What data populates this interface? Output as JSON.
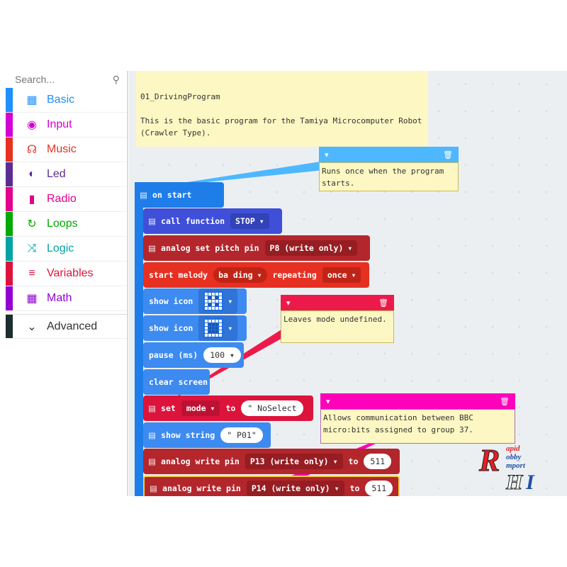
{
  "toolbox": {
    "search_placeholder": "Search...",
    "categories": [
      {
        "label": "Basic",
        "color": "#1e90ff",
        "icon": "grid-icon",
        "glyph": "▦"
      },
      {
        "label": "Input",
        "color": "#d400d4",
        "icon": "target-icon",
        "glyph": "◉"
      },
      {
        "label": "Music",
        "color": "#e63022",
        "icon": "headphones-icon",
        "glyph": "☊"
      },
      {
        "label": "Led",
        "color": "#5c2d91",
        "icon": "toggle-icon",
        "glyph": "◐"
      },
      {
        "label": "Radio",
        "color": "#e3008c",
        "icon": "signal-icon",
        "glyph": "▮"
      },
      {
        "label": "Loops",
        "color": "#00aa00",
        "icon": "refresh-icon",
        "glyph": "↻"
      },
      {
        "label": "Logic",
        "color": "#00a4a6",
        "icon": "shuffle-icon",
        "glyph": "⤨"
      },
      {
        "label": "Variables",
        "color": "#dc143c",
        "icon": "list-icon",
        "glyph": "≡"
      },
      {
        "label": "Math",
        "color": "#9400d3",
        "icon": "calculator-icon",
        "glyph": "▦"
      }
    ],
    "advanced": "Advanced"
  },
  "workspace": {
    "title_note": {
      "title": "01_DrivingProgram",
      "body": "This is the basic program for the Tamiya Microcomputer Robot (Crawler Type)."
    },
    "note_on_start": "Runs once when the program starts.",
    "note_mode": "Leaves mode undefined.",
    "note_radio": "Allows communication between BBC micro:bits assigned to group 37.",
    "blocks": {
      "on_start": "on start",
      "call_function": "call function",
      "function_name": "STOP",
      "analog_pitch": "analog set pitch pin",
      "pitch_pin": "P8 (write only)",
      "start_melody": "start melody",
      "melody": "ba ding",
      "repeating": "repeating",
      "repeat_mode": "once",
      "show_icon": "show icon",
      "pause": "pause (ms)",
      "pause_value": "100",
      "clear_screen": "clear screen",
      "set": "set",
      "var": "mode",
      "to": "to",
      "set_value": "\" NoSelect",
      "show_string": "show string",
      "string_value": "\" P01\"",
      "analog_write": "analog write pin",
      "pin1": "P13 (write only)",
      "pin2": "P14 (write only)",
      "value1": "511",
      "value2": "511"
    }
  },
  "logo": "Rapid Hobby Import"
}
